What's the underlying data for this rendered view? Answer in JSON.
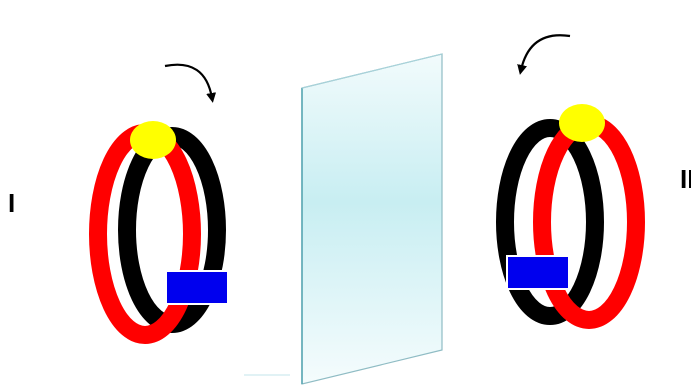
{
  "labels": {
    "left": "I",
    "right": "II"
  },
  "colors": {
    "ring_outer": "#ff0000",
    "ring_inner": "#000000",
    "top_marker": "#ffff00",
    "side_marker": "#0000ff",
    "mirror_light": "#d2f1f5",
    "mirror_edge": "#8fbcc4",
    "arrow": "#000000"
  },
  "objects": {
    "left_ring": {
      "rotation": "clockwise"
    },
    "right_ring": {
      "rotation": "counter-clockwise"
    },
    "mirror": {
      "type": "plane-mirror"
    }
  }
}
